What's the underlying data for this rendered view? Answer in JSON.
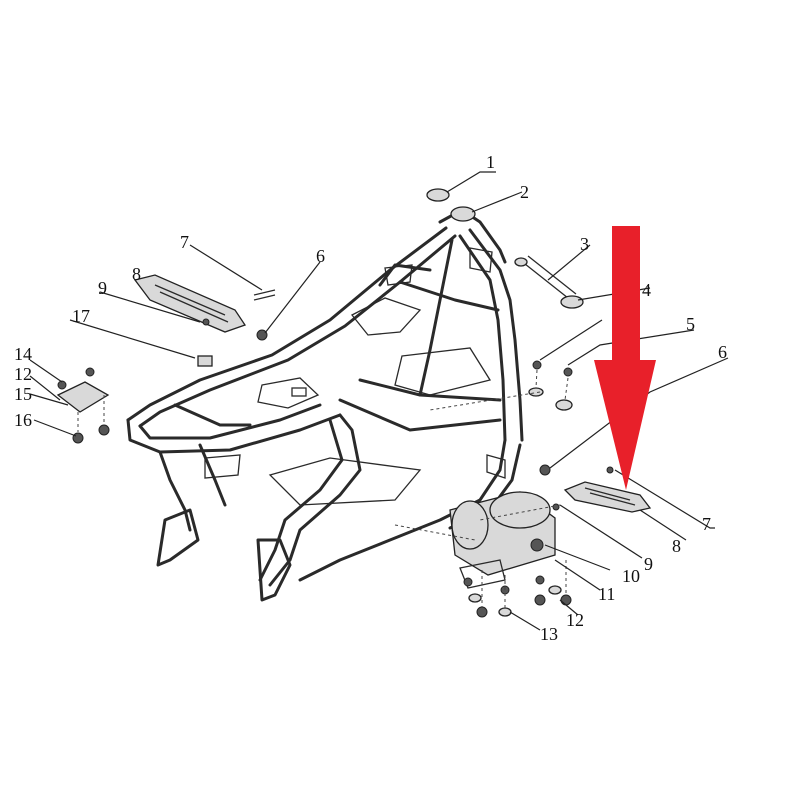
{
  "callouts": {
    "c1": "1",
    "c2": "2",
    "c3": "3",
    "c4": "4",
    "c5": "5",
    "c6r": "6",
    "c7r": "7",
    "c8r": "8",
    "c9r": "9",
    "c10": "10",
    "c11": "11",
    "c12r": "12",
    "c13": "13",
    "c7l": "7",
    "c6l": "6",
    "c8l": "8",
    "c9l": "9",
    "c17": "17",
    "c14": "14",
    "c12l": "12",
    "c15": "15",
    "c16": "16"
  },
  "arrow": {
    "color": "#e8202a"
  }
}
